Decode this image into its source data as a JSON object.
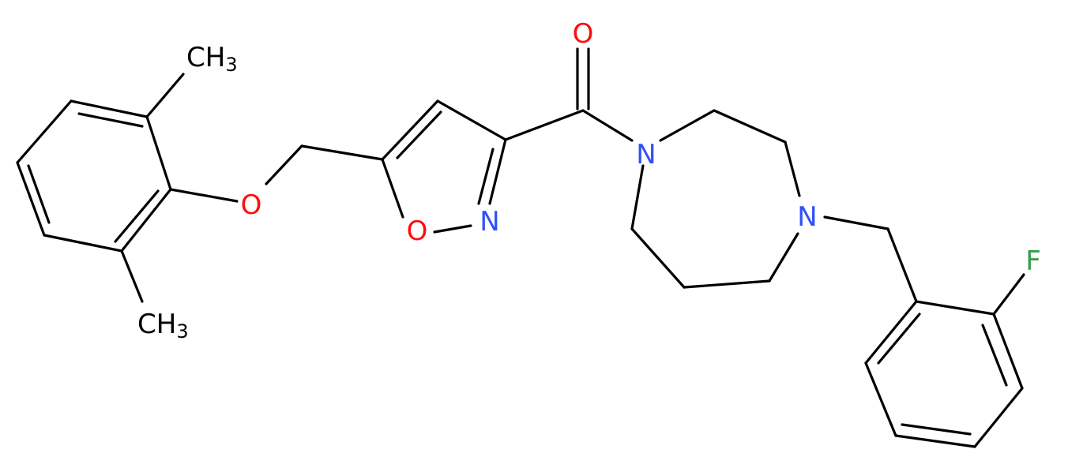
{
  "colors": {
    "carbon": "#000000",
    "oxygen": "#ff0d0d",
    "nitrogen": "#3050f8",
    "fluorine": "#3a9d4e",
    "background": "#ffffff"
  },
  "atoms": {
    "methyl_top": {
      "main": "CH",
      "sub": "3"
    },
    "methyl_bottom": {
      "main": "CH",
      "sub": "3"
    },
    "ether_oxygen": "O",
    "isoxazole_oxygen": "O",
    "isoxazole_nitrogen": "N",
    "carbonyl_oxygen": "O",
    "amide_nitrogen": "N",
    "amine_nitrogen": "N",
    "fluorine": "F"
  }
}
